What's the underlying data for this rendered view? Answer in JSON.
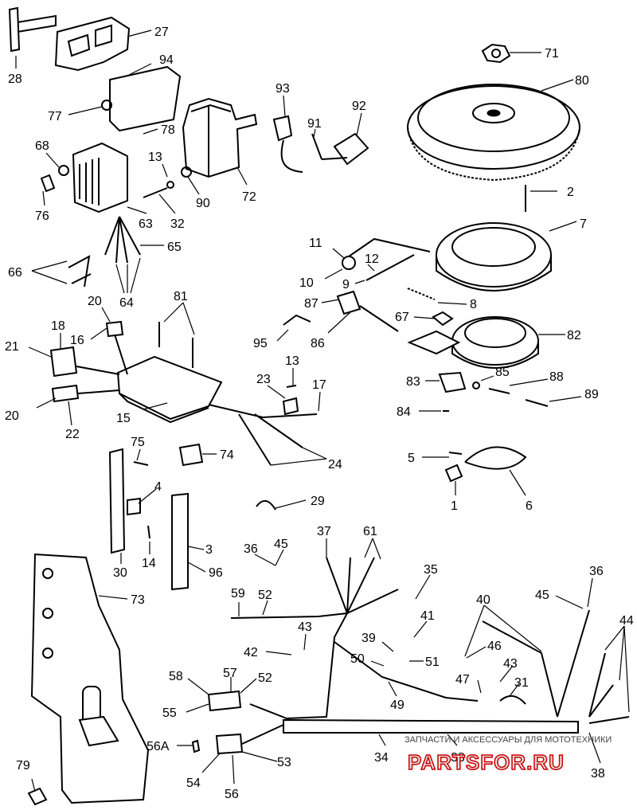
{
  "diagram": {
    "labels": [
      "27",
      "28",
      "94",
      "77",
      "78",
      "93",
      "92",
      "91",
      "71",
      "80",
      "68",
      "13",
      "76",
      "63",
      "32",
      "90",
      "72",
      "2",
      "7",
      "65",
      "66",
      "64",
      "11",
      "12",
      "10",
      "9",
      "81",
      "20",
      "16",
      "18",
      "21",
      "87",
      "8",
      "95",
      "86",
      "67",
      "82",
      "13",
      "23",
      "17",
      "15",
      "20",
      "22",
      "83",
      "85",
      "88",
      "89",
      "84",
      "24",
      "75",
      "74",
      "4",
      "14",
      "30",
      "5",
      "1",
      "6",
      "29",
      "3",
      "96",
      "73",
      "37",
      "61",
      "45",
      "36",
      "35",
      "59",
      "52",
      "43",
      "42",
      "41",
      "39",
      "50",
      "51",
      "40",
      "36",
      "45",
      "46",
      "43",
      "47",
      "31",
      "44",
      "58",
      "57",
      "52",
      "55",
      "49",
      "56A",
      "53",
      "54",
      "56",
      "34",
      "33",
      "38",
      "79"
    ],
    "watermark": {
      "caption": "ЗАПЧАСТИ И АКСЕССУАРЫ ДЛЯ МОТОТЕХНИКИ",
      "brand": "PARTSFOR.RU"
    }
  }
}
